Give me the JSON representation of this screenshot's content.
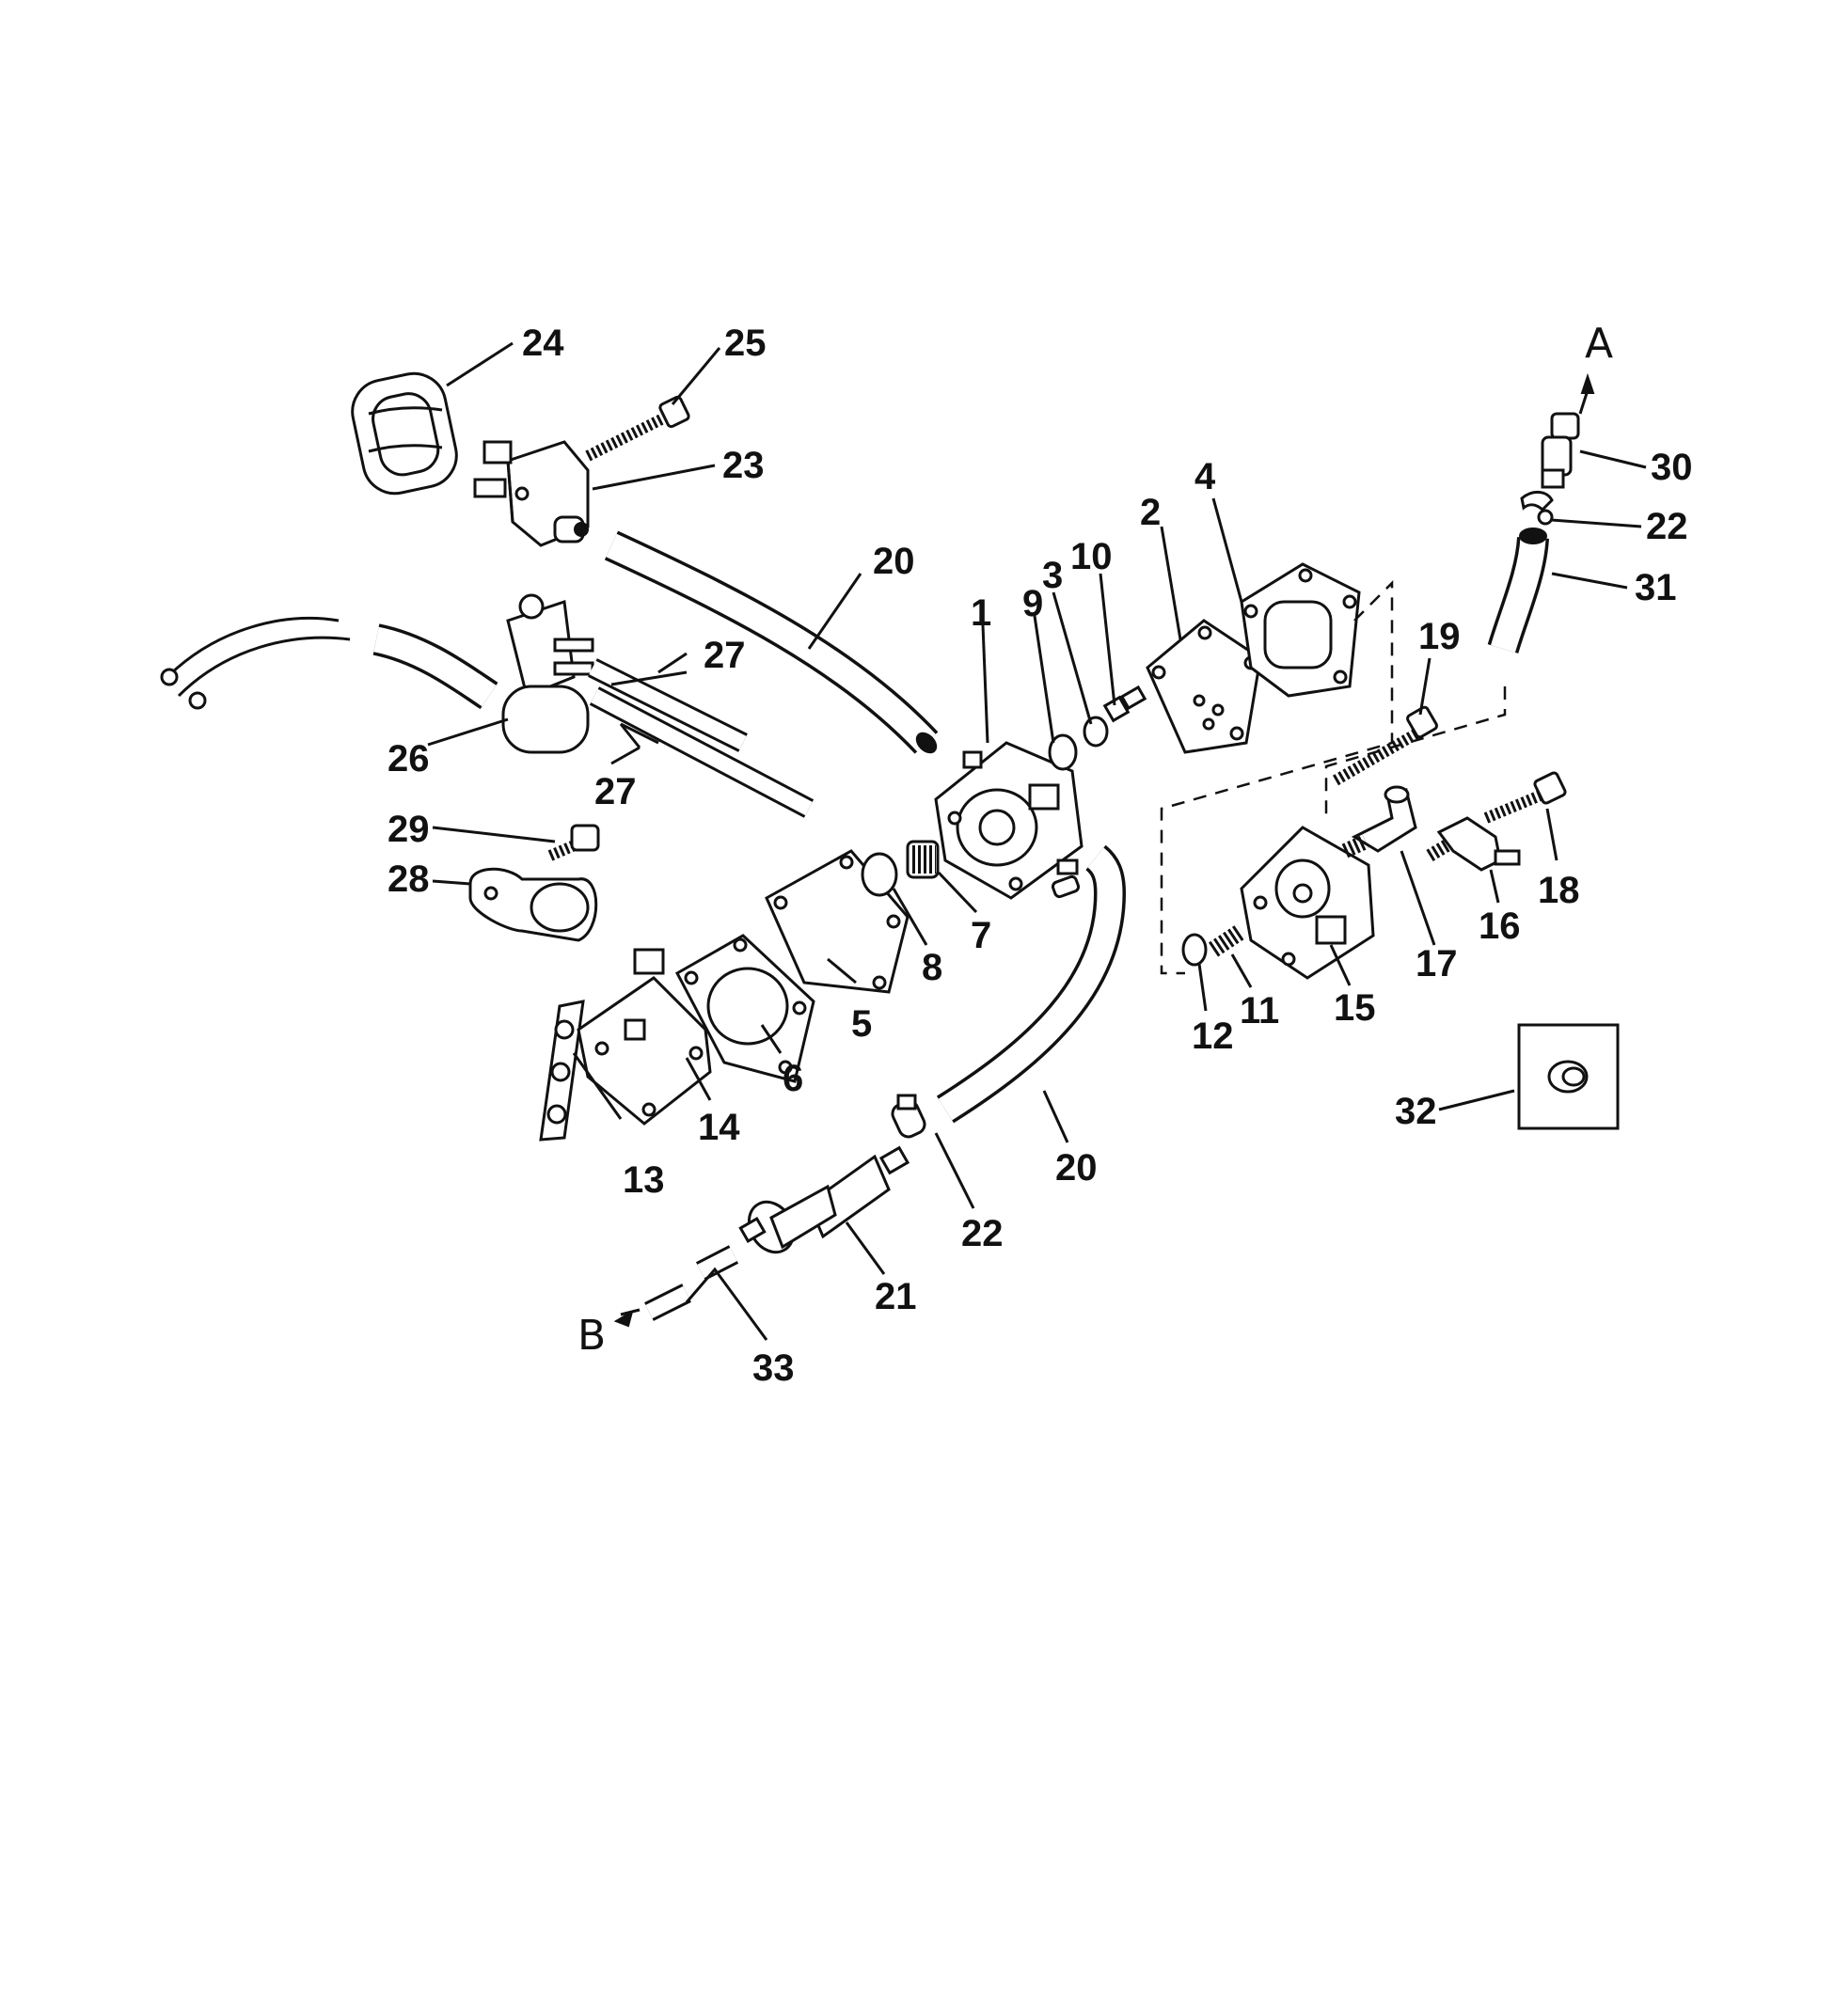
{
  "diagram": {
    "part_labels": {
      "p1": "1",
      "p2": "2",
      "p3": "3",
      "p4": "4",
      "p5": "5",
      "p6": "6",
      "p7": "7",
      "p8": "8",
      "p9": "9",
      "p10": "10",
      "p11": "11",
      "p12": "12",
      "p13": "13",
      "p14": "14",
      "p15": "15",
      "p16": "16",
      "p17": "17",
      "p18": "18",
      "p19": "19",
      "p20a": "20",
      "p20b": "20",
      "p21": "21",
      "p22a": "22",
      "p22b": "22",
      "p23": "23",
      "p24": "24",
      "p25": "25",
      "p26": "26",
      "p27a": "27",
      "p27b": "27",
      "p28": "28",
      "p29": "29",
      "p30": "30",
      "p31": "31",
      "p32": "32",
      "p33": "33"
    },
    "connection_labels": {
      "a": "A",
      "b": "B"
    }
  }
}
